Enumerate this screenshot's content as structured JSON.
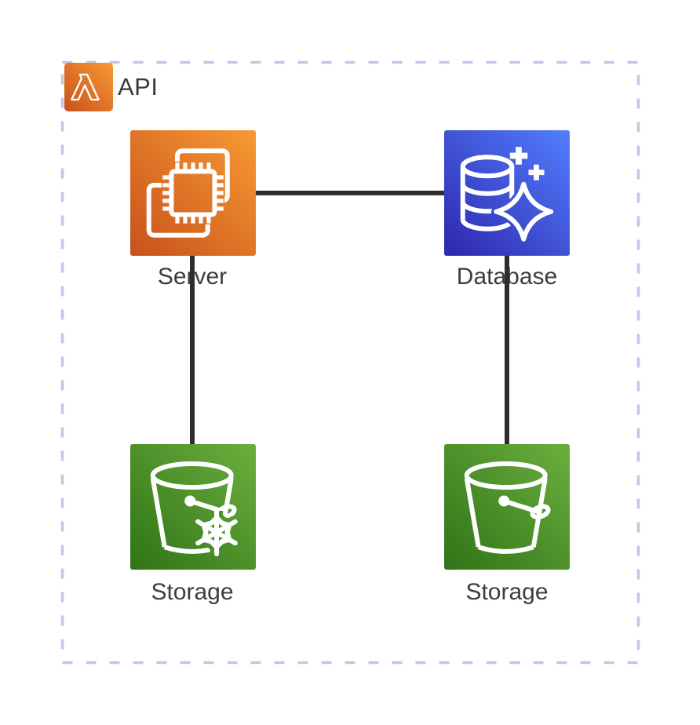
{
  "group": {
    "label": "API",
    "icon": "lambda-icon",
    "border_color": "#C4C4EC"
  },
  "nodes": [
    {
      "id": "server",
      "label": "Server",
      "icon": "chip-icon",
      "gradient_from": "#C8511B",
      "gradient_to": "#F79A34"
    },
    {
      "id": "database",
      "label": "Database",
      "icon": "database-sparkle-icon",
      "gradient_from": "#2E27AD",
      "gradient_to": "#527FFF"
    },
    {
      "id": "storage-left",
      "label": "Storage",
      "icon": "bucket-snowflake-icon",
      "gradient_from": "#2F7417",
      "gradient_to": "#6CAE3E"
    },
    {
      "id": "storage-right",
      "label": "Storage",
      "icon": "bucket-icon",
      "gradient_from": "#2F7417",
      "gradient_to": "#6CAE3E"
    }
  ],
  "edges": [
    {
      "from": "server",
      "to": "database"
    },
    {
      "from": "server",
      "to": "storage-left"
    },
    {
      "from": "database",
      "to": "storage-right"
    }
  ],
  "colors": {
    "edge": "#2D2D2D",
    "label_text": "#3D3D3D",
    "icon_stroke": "#FFFFFF",
    "background": "#FFFFFF"
  }
}
